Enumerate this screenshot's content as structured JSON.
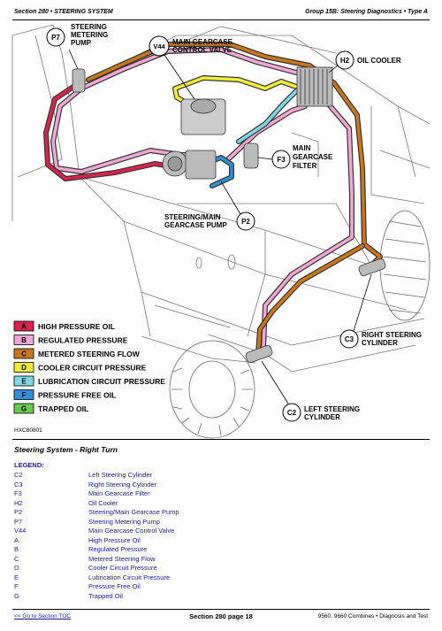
{
  "header": {
    "left": "Section 280 • STEERING SYSTEM",
    "right": "Group 15B: Steering Diagnostics • Type A"
  },
  "callouts": {
    "p7": {
      "code": "P7",
      "lines": [
        "STEERING",
        "METERING",
        "PUMP"
      ]
    },
    "v44": {
      "code": "V44",
      "lines": [
        "MAIN GEARCASE",
        "CONTROL VALVE"
      ]
    },
    "h2": {
      "code": "H2",
      "lines": [
        "OIL COOLER"
      ]
    },
    "f3": {
      "code": "F3",
      "lines": [
        "MAIN",
        "GEARCASE",
        "FILTER"
      ]
    },
    "p2": {
      "code": "P2",
      "lines": [
        "STEERING/MAIN",
        "GEARCASE PUMP"
      ]
    },
    "c3": {
      "code": "C3",
      "lines": [
        "RIGHT STEERING",
        "CYLINDER"
      ]
    },
    "c2": {
      "code": "C2",
      "lines": [
        "LEFT STEERING",
        "CYLINDER"
      ]
    }
  },
  "color_key": [
    {
      "code": "A",
      "label": "HIGH PRESSURE OIL",
      "color": "#d9234a"
    },
    {
      "code": "B",
      "label": "REGULATED PRESSURE",
      "color": "#f2a8d4"
    },
    {
      "code": "C",
      "label": "METERED STEERING FLOW",
      "color": "#c9771c"
    },
    {
      "code": "D",
      "label": "COOLER CIRCUIT PRESSURE",
      "color": "#f3ec3a"
    },
    {
      "code": "E",
      "label": "LUBRICATION CIRCUIT PRESSURE",
      "color": "#7fd9e3"
    },
    {
      "code": "F",
      "label": "PRESSURE FREE OIL",
      "color": "#2f8fd6"
    },
    {
      "code": "G",
      "label": "TRAPPED OIL",
      "color": "#6cc94f"
    }
  ],
  "figure_id": "HXC80801",
  "caption": "Steering System - Right Turn",
  "legend": {
    "title": "LEGEND:",
    "items": [
      {
        "code": "C2",
        "text": "Left Steering Cylinder"
      },
      {
        "code": "C3",
        "text": "Right Steering Cylinder"
      },
      {
        "code": "F3",
        "text": "Main Gearcase Filter"
      },
      {
        "code": "H2",
        "text": "Oil Cooler"
      },
      {
        "code": "P2",
        "text": "Steering/Main Gearcase Pump"
      },
      {
        "code": "P7",
        "text": "Steering Metering Pump"
      },
      {
        "code": "V44",
        "text": "Main Gearcase Control Valve"
      },
      {
        "code": "A",
        "text": "High Pressure Oil"
      },
      {
        "code": "B",
        "text": "Regulated Pressure"
      },
      {
        "code": "C",
        "text": "Metered Steering Flow"
      },
      {
        "code": "D",
        "text": "Cooler Circuit Pressure"
      },
      {
        "code": "E",
        "text": "Lubrication Circuit Pressure"
      },
      {
        "code": "F",
        "text": "Pressure Free Oil"
      },
      {
        "code": "G",
        "text": "Trapped Oil"
      }
    ]
  },
  "footer": {
    "link": "<< Go to Section TOC",
    "center": "Section 280 page 18",
    "right": "9560, 9660 Combines • Diagnosis and Test"
  }
}
